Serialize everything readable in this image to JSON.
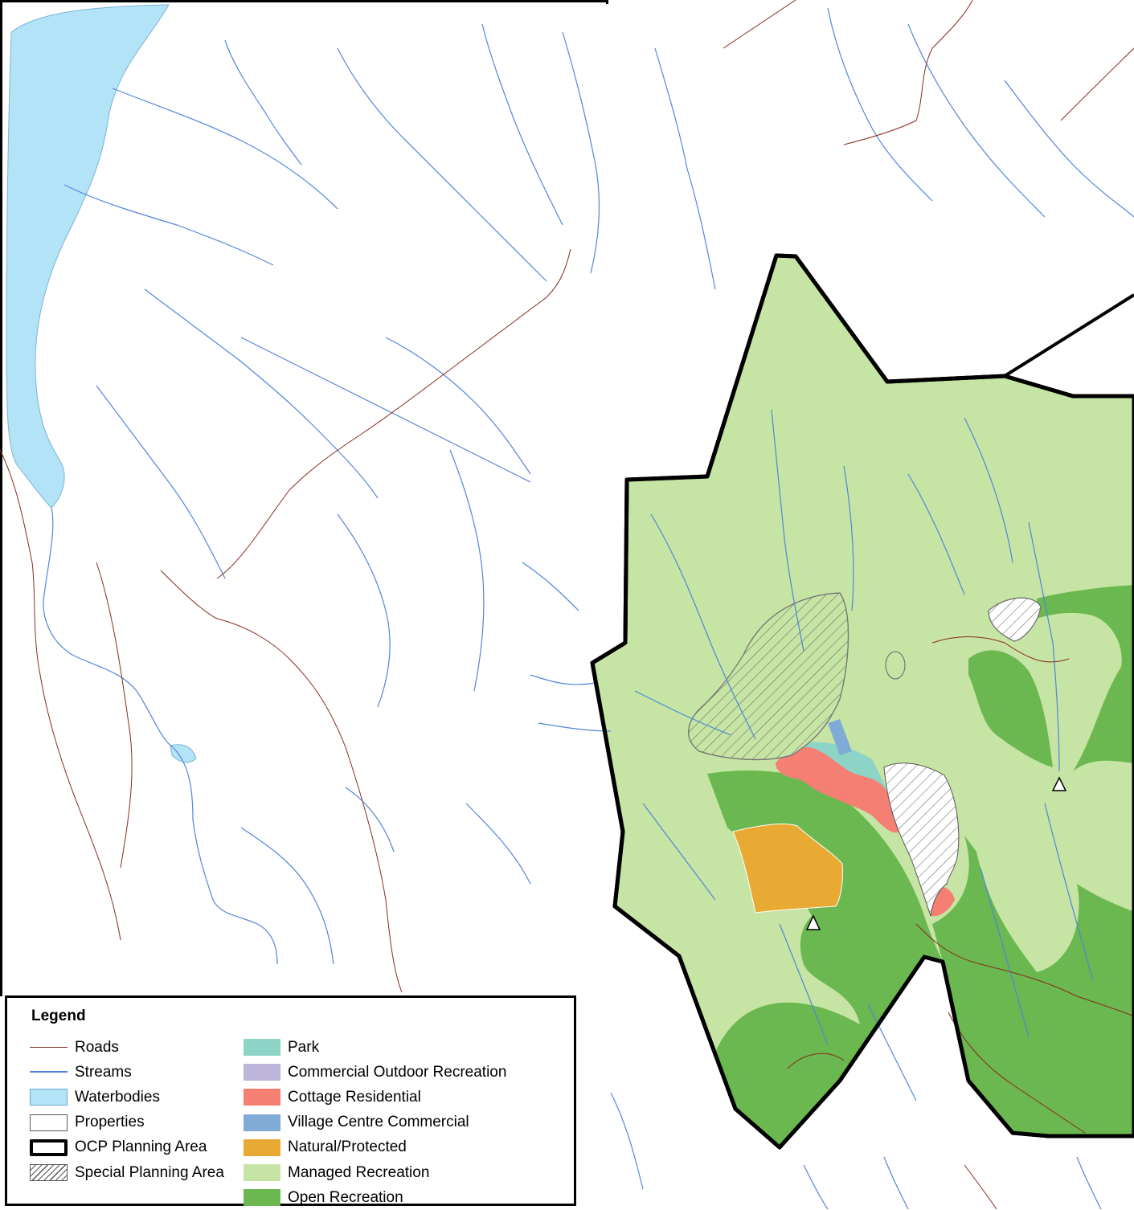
{
  "legend": {
    "title": "Legend",
    "items_left": [
      {
        "key": "roads",
        "label": "Roads",
        "color": "#8a2a1e",
        "symbol": "line"
      },
      {
        "key": "streams",
        "label": "Streams",
        "color": "#4f86dc",
        "symbol": "line"
      },
      {
        "key": "waterbodies",
        "label": "Waterbodies",
        "color": "#b3e3f6",
        "symbol": "fill"
      },
      {
        "key": "properties",
        "label": "Properties",
        "color": "#ffffff",
        "symbol": "outline"
      },
      {
        "key": "ocp-planning-area",
        "label": "OCP Planning Area",
        "color": "#000000",
        "symbol": "thick-outline"
      },
      {
        "key": "special-planning-area",
        "label": "Special Planning Area",
        "color": "#555555",
        "symbol": "hatch"
      }
    ],
    "items_right": [
      {
        "key": "park",
        "label": "Park",
        "color": "#8ed4c6",
        "symbol": "fill"
      },
      {
        "key": "commercial-outdoor-recreation",
        "label": "Commercial Outdoor Recreation",
        "color": "#bdb6da",
        "symbol": "fill"
      },
      {
        "key": "cottage-residential",
        "label": "Cottage Residential",
        "color": "#f47f72",
        "symbol": "fill"
      },
      {
        "key": "village-centre-commercial",
        "label": "Village Centre Commercial",
        "color": "#7fabd6",
        "symbol": "fill"
      },
      {
        "key": "natural-protected",
        "label": "Natural/Protected",
        "color": "#e9aa33",
        "symbol": "fill"
      },
      {
        "key": "managed-recreation",
        "label": "Managed Recreation",
        "color": "#c6e4a3",
        "symbol": "fill"
      },
      {
        "key": "open-recreation",
        "label": "Open Recreation",
        "color": "#6ab84f",
        "symbol": "fill"
      }
    ]
  }
}
